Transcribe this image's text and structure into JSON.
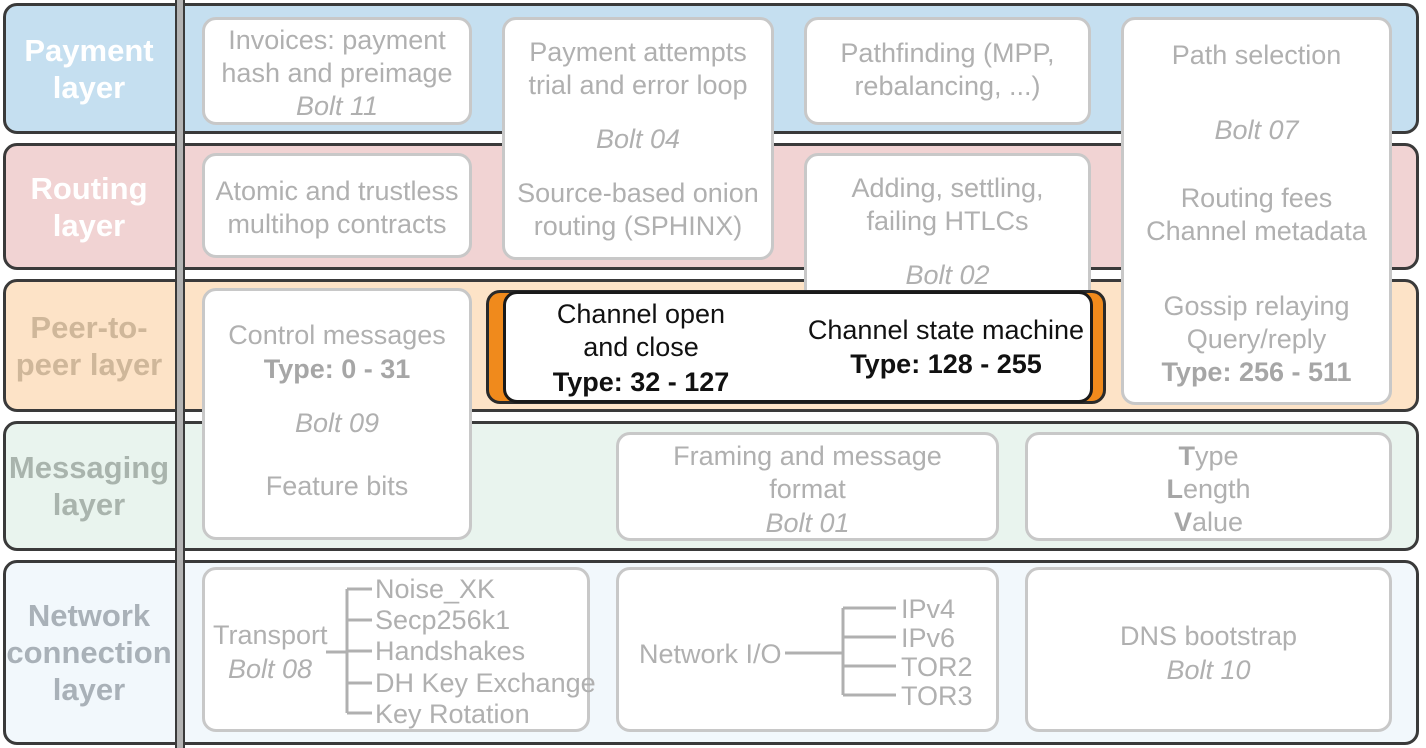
{
  "colors": {
    "payment": "#c5dff0",
    "routing": "#f1d3d3",
    "p2p": "#fde3c7",
    "messaging": "#e9f4ee",
    "network": "#f2f8fc",
    "payment_label": "#ffffff",
    "routing_label": "#ffffff",
    "p2p_label": "#cfb79a",
    "messaging_label": "#a9b4ad",
    "network_label": "#a9b1b8",
    "highlight": "#f08a1c"
  },
  "layers": {
    "payment": "Payment\nlayer",
    "routing": "Routing\nlayer",
    "p2p": "Peer-to-\npeer layer",
    "messaging": "Messaging\nlayer",
    "network": "Network\nconnection\nlayer"
  },
  "boxes": {
    "invoices": {
      "text": "Invoices: payment\nhash and preimage",
      "bolt": "Bolt 11"
    },
    "payment_attempts": {
      "text": "Payment attempts\ntrial and error loop",
      "bolt": "Bolt 04",
      "text2": "Source-based onion\nrouting (SPHINX)"
    },
    "pathfinding": {
      "text": "Pathfinding (MPP,\nrebalancing, ...)"
    },
    "path_selection": {
      "text": "Path selection",
      "bolt": "Bolt 07",
      "text2": "Routing fees\nChannel metadata",
      "text3": "Gossip relaying\nQuery/reply",
      "type": "Type: 256 - 511"
    },
    "atomic": {
      "text": "Atomic and trustless\nmultihop contracts"
    },
    "htlc": {
      "text": "Adding, settling,\nfailing HTLCs",
      "bolt": "Bolt 02"
    },
    "control": {
      "text": "Control messages",
      "type": "Type: 0 - 31",
      "bolt": "Bolt 09",
      "text2": "Feature bits"
    },
    "channel_open": {
      "text": "Channel open\nand close",
      "type": "Type: 32 - 127"
    },
    "channel_state": {
      "text": "Channel state machine",
      "type": "Type: 128 - 255"
    },
    "framing": {
      "text": "Framing and message\nformat",
      "bolt": "Bolt 01"
    },
    "tlv": {
      "t1": "T",
      "t1r": "ype",
      "l1": "L",
      "l1r": "ength",
      "v1": "V",
      "v1r": "alue"
    },
    "transport": {
      "text": "Transport",
      "bolt": "Bolt 08",
      "items": [
        "Noise_XK",
        "Secp256k1",
        "Handshakes",
        "DH Key Exchange",
        "Key Rotation"
      ]
    },
    "network_io": {
      "text": "Network I/O",
      "items": [
        "IPv4",
        "IPv6",
        "TOR2",
        "TOR3"
      ]
    },
    "dns": {
      "text": "DNS bootstrap",
      "bolt": "Bolt 10"
    }
  }
}
